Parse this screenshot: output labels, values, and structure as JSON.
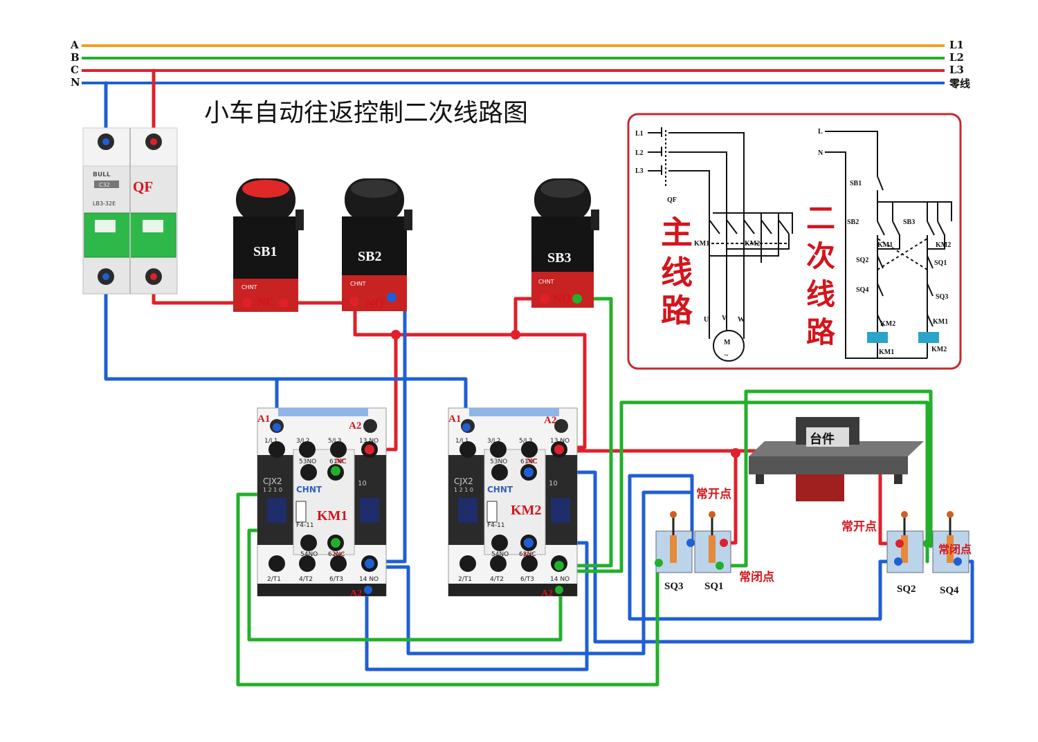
{
  "title": "小车自动往返控制二次线路图",
  "bus": {
    "left": [
      "A",
      "B",
      "C",
      "N"
    ],
    "right": [
      "L1",
      "L2",
      "L3",
      "零线"
    ],
    "colors": [
      "#f0a020",
      "#22b02a",
      "#e0202a",
      "#1f5fd6"
    ]
  },
  "breaker": {
    "label": "QF",
    "brand": "BULL",
    "model": "LB3-32E",
    "rating": "C32"
  },
  "buttons": [
    {
      "label": "SB1",
      "contact": "NC",
      "brand": "CHNT",
      "cap": "red"
    },
    {
      "label": "SB2",
      "contact": "NO",
      "brand": "CHNT",
      "cap": "black"
    },
    {
      "label": "SB3",
      "contact": "NO",
      "brand": "CHNT",
      "cap": "black"
    }
  ],
  "contactors": [
    {
      "label": "KM1",
      "model": "CJX2",
      "model_sub": "1 2 1 0",
      "brand": "CHNT",
      "aux": "F4-11",
      "a1": "A1",
      "a2": "A2",
      "top": [
        "1/L1",
        "3/L2",
        "5/L3",
        "13 NO"
      ],
      "mid_top": [
        "53NO",
        "61NC"
      ],
      "mid_bot": [
        "54NO",
        "62NC"
      ],
      "bottom": [
        "2/T1",
        "4/T2",
        "6/T3",
        "14 NO"
      ],
      "nc_tag": "NC",
      "side": "10"
    },
    {
      "label": "KM2",
      "model": "CJX2",
      "model_sub": "1 2 1 0",
      "brand": "CHNT",
      "aux": "F4-11",
      "a1": "A1",
      "a2": "A2",
      "top": [
        "1/L1",
        "3/L2",
        "5/L3",
        "13 NO"
      ],
      "mid_top": [
        "53NO",
        "61NC"
      ],
      "mid_bot": [
        "54NO",
        "62NC"
      ],
      "bottom": [
        "2/T1",
        "4/T2",
        "6/T3",
        "14 NO"
      ],
      "nc_tag": "NC",
      "side": "10"
    }
  ],
  "switches": {
    "labels": [
      "SQ3",
      "SQ1",
      "SQ2",
      "SQ4"
    ],
    "normally_open": "常开点",
    "normally_closed": "常闭点"
  },
  "workpiece": "台件",
  "schematic": {
    "main_title": [
      "主",
      "线",
      "路"
    ],
    "control_title": [
      "二",
      "次",
      "线",
      "路"
    ],
    "main_lines": [
      "L1",
      "L2",
      "L3"
    ],
    "breaker": "QF",
    "km_tags": [
      "KM1",
      "KM2"
    ],
    "motor_terms": [
      "U",
      "V",
      "W"
    ],
    "motor": "M",
    "motor_sub": "~",
    "ctrl_supply": [
      "L",
      "N"
    ],
    "ctrl_elements": [
      "SB1",
      "SB2",
      "SB3",
      "KM1",
      "KM2",
      "SQ2",
      "SQ1",
      "SQ4",
      "SQ3",
      "KM2",
      "KM1",
      "KM1",
      "KM2"
    ]
  }
}
